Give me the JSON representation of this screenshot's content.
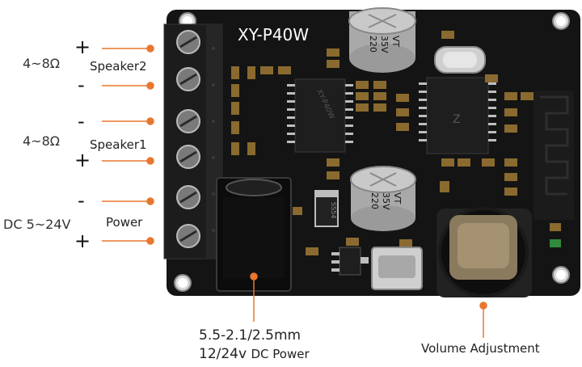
{
  "board": {
    "model": "XY-P40W",
    "cap_top": {
      "value": "220",
      "voltage": "35V",
      "series": "VT"
    },
    "cap_mid": {
      "value": "220",
      "voltage": "35V",
      "series": "VT"
    },
    "chip_left_marking": "XY-P40W",
    "chip_right_marking": "Z",
    "diode_marking": "SS54"
  },
  "terminals": {
    "speaker2": {
      "load": "4~8Ω",
      "label": "Speaker2",
      "top_sign": "+",
      "bottom_sign": "-"
    },
    "speaker1": {
      "load": "4~8Ω",
      "label": "Speaker1",
      "top_sign": "-",
      "bottom_sign": "+"
    },
    "power": {
      "supply": "DC 5~24V",
      "label": "Power",
      "top_sign": "-",
      "bottom_sign": "+"
    }
  },
  "dc_jack": {
    "line1": "5.5-2.1/2.5mm",
    "line2_a": "12/24v",
    "line2_b": "DC Power"
  },
  "volume": {
    "label": "Volume Adjustment"
  },
  "colors": {
    "accent": "#E8772E",
    "board": "#141414",
    "text": "#333333"
  }
}
